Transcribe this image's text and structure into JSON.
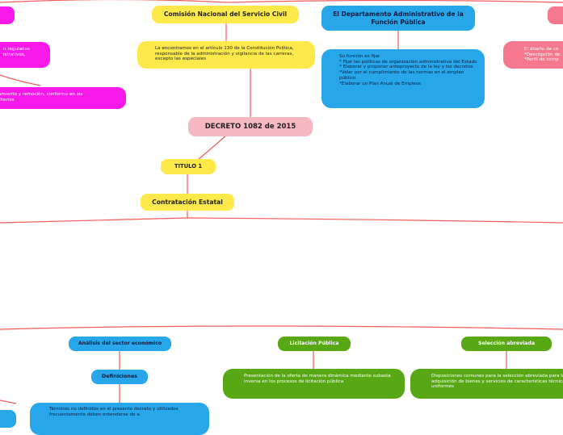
{
  "colors": {
    "yellow": "#fde94a",
    "blue": "#27a7ea",
    "pink": "#f7b9c1",
    "magenta": "#f719e9",
    "salmon": "#f5788e",
    "green": "#58a714",
    "line": "#f05a5a"
  },
  "root": {
    "label": "DECRETO 1082 de 2015"
  },
  "cnsc": {
    "title": "Comisión Nacional del Servicio Civil",
    "text": "La encontramos en el artículo 130 de la Constitución Política, responsable de la administración y vigilancia de las carreras, excepto las especiales"
  },
  "dafp": {
    "title": "El Departamento Administrativo de la Función Pública",
    "text": "Su función es fijar\n* Fijar las políticas de organización administrativa del Estado\n* Elaborar y proponer anteproyecto de la ley y los decretos\n*Velar por el cumplimiento de las normas en el empleo público\n*Elaborar un Plan Anual de Empleos"
  },
  "left_partial": {
    "text1": "n regulados\nistrativos,",
    "text2": "amiento y remoción, conforme en los\nriterios"
  },
  "right_partial": {
    "text": "El diseño de co\n*Descripción de\n*Perfil de comp"
  },
  "titulo": {
    "label": "TITULO 1"
  },
  "contratacion": {
    "label": "Contratación Estatal"
  },
  "analisis": {
    "label": "Análisis del sector económico"
  },
  "definiciones": {
    "label": "Definiciones"
  },
  "terminos": {
    "text": "Términos no definidos en el presente decreto y utilizados frecuentemente deben entenderse de a"
  },
  "licitacion": {
    "label": "Licitación Pública",
    "text": "Presentación de la oferta de manera dinámica mediante subasta inversa en los procesos de licitación pública"
  },
  "seleccion": {
    "label": "Selección abreviada",
    "text": "Disposiciones comunes para la selección abreviada para la adquisición de bienes y servicios de características técnicas y uniformes"
  }
}
